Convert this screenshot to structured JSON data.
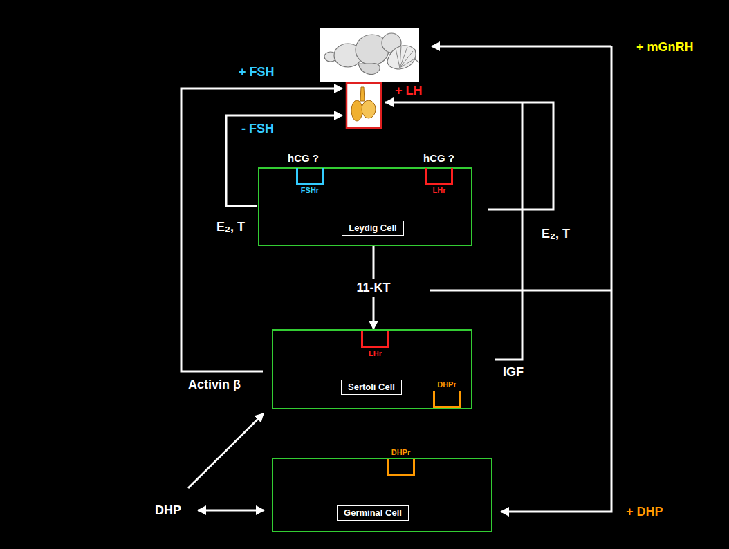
{
  "diagram": {
    "nodes": [
      {
        "text": [
          "Leydig Cell"
        ]
      },
      {
        "text": [
          "FSHr"
        ],
        "in": 0
      },
      {
        "text": [
          "LHr"
        ],
        "in": 0
      },
      {
        "text": [
          "Sertoli Cell"
        ]
      },
      {
        "text": [
          "LHr"
        ],
        "in": 3
      },
      {
        "text": [
          "DHPr"
        ],
        "in": 3
      },
      {
        "text": [
          "Germinal Cell"
        ]
      },
      {
        "text": [
          "DHPr"
        ],
        "in": 6
      }
    ],
    "edges": [
      {
        "from": 0,
        "to": 3,
        "arrow": "to",
        "label": "11-KT"
      }
    ],
    "labels": [
      "+ mGnRH",
      "+ FSH",
      "+ LH",
      "- FSH",
      "hCG ?",
      "hCG ?",
      "E₂, T",
      "E₂, T",
      "Activin β",
      "IGF",
      "DHP",
      "+ DHP"
    ]
  }
}
